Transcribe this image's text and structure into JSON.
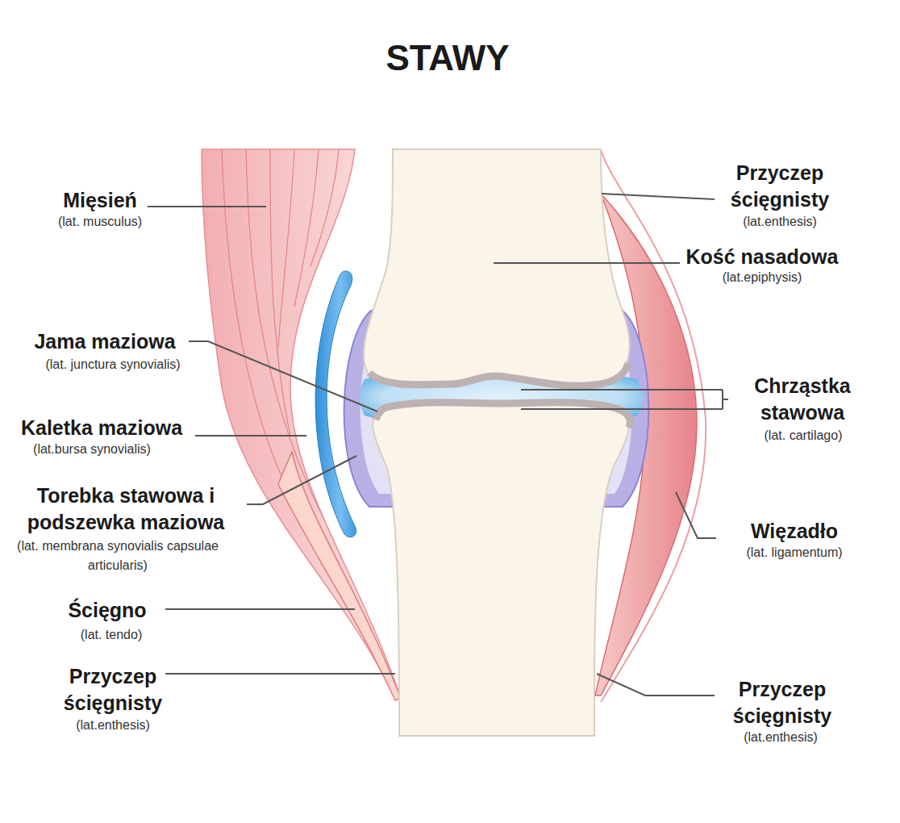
{
  "diagram": {
    "title": "STAWY",
    "labels": [
      "Mięsień",
      "(lat. musculus)",
      "Przyczep ścięgnisty",
      "(lat.enthesis)",
      "Kość nasadowa",
      "(lat.epiphysis)",
      "Jama maziowa",
      "(lat. junctura synovialis)",
      "Chrząstka stawowa",
      "(lat. cartilago)",
      "Kaletka maziowa",
      "(lat.bursa synovialis)",
      "Torebka stawowa i podszewka maziowa",
      "(lat. membrana synovialis capsulae articularis)",
      "Więzadło",
      "(lat. ligamentum)",
      "Ścięgno",
      "(lat. tendo)",
      "Przyczep ścięgnisty",
      "(lat.enthesis)",
      "Przyczep ścięgnisty",
      "(lat.enthesis)"
    ]
  }
}
